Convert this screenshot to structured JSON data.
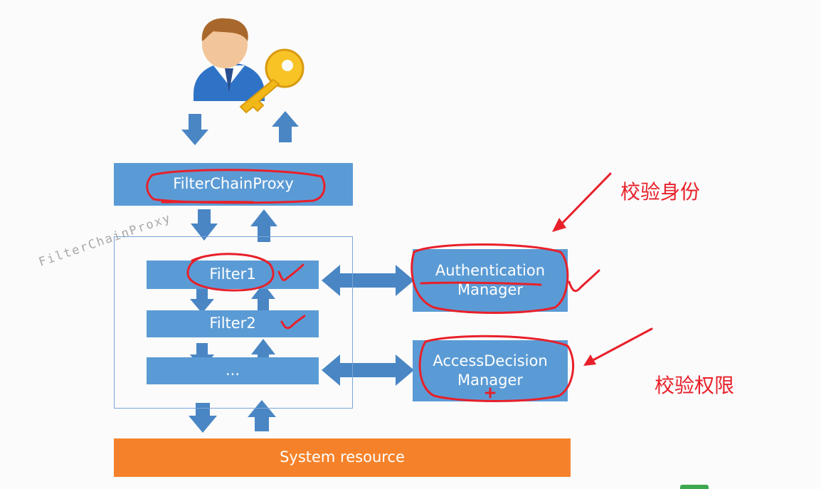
{
  "diagram": {
    "filter_chain_proxy": "FilterChainProxy",
    "watermark": "FilterChainProxy",
    "filters": [
      "Filter1",
      "Filter2",
      "..."
    ],
    "authentication_manager": [
      "Authentication",
      "Manager"
    ],
    "access_decision_manager": [
      "AccessDecision",
      "Manager"
    ],
    "system_resource": "System resource"
  },
  "annotations": {
    "verify_identity": "校验身份",
    "verify_permission": "校验权限"
  },
  "colors": {
    "box": "#5b9bd5",
    "arrow": "#4a86c4",
    "resource": "#f5822a",
    "annotation": "#e8202a"
  },
  "icons": [
    "user-icon",
    "key-icon"
  ]
}
